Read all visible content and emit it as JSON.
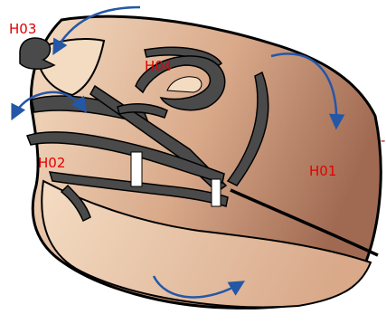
{
  "colors": {
    "label": "#e30000",
    "arrow": "#2457a6",
    "outline": "#000000",
    "groove": "#4a4a4a",
    "body_light": "#f4dcc3",
    "body_mid": "#d9a98a",
    "body_dark": "#a06a52"
  },
  "labels": {
    "h01": "H01",
    "h02": "H02",
    "h03": "H03",
    "h04": "H04"
  },
  "edge_mark": "-"
}
